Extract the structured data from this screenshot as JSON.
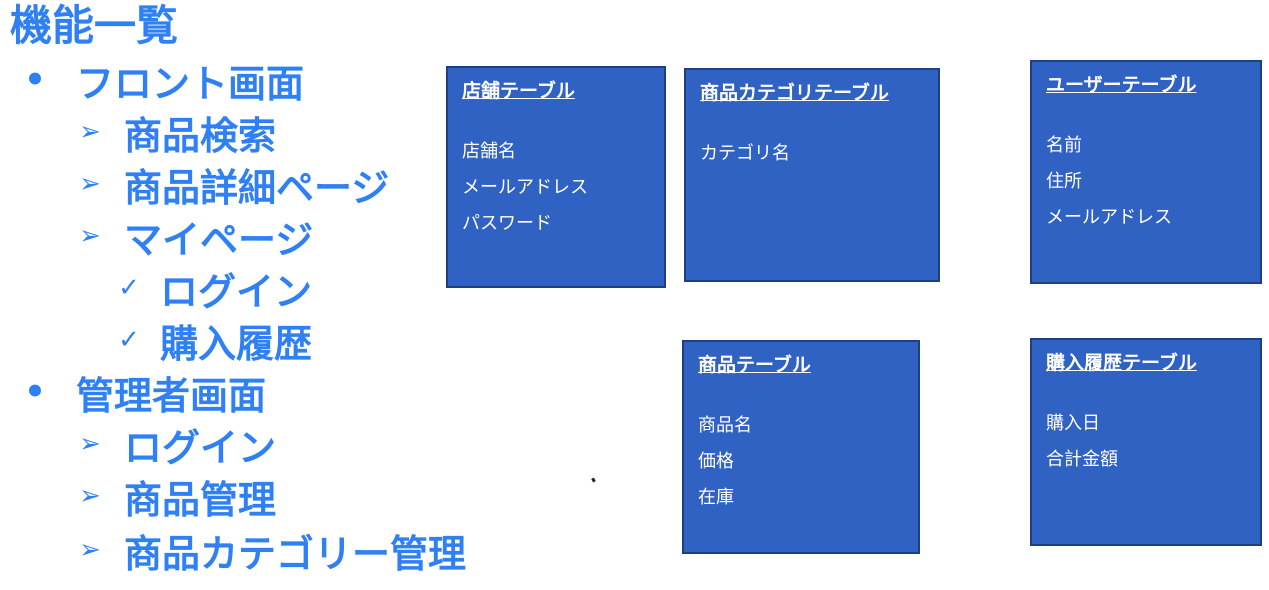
{
  "outline": {
    "heading": "機能一覧",
    "items": [
      {
        "level": 1,
        "marker": "•",
        "label": "フロント画面"
      },
      {
        "level": 2,
        "marker": "➢",
        "label": "商品検索"
      },
      {
        "level": 2,
        "marker": "➢",
        "label": "商品詳細ページ"
      },
      {
        "level": 2,
        "marker": "➢",
        "label": "マイページ"
      },
      {
        "level": 3,
        "marker": "✓",
        "label": "ログイン"
      },
      {
        "level": 3,
        "marker": "✓",
        "label": "購入履歴"
      },
      {
        "level": 1,
        "marker": "•",
        "label": "管理者画面"
      },
      {
        "level": 2,
        "marker": "➢",
        "label": "ログイン"
      },
      {
        "level": 2,
        "marker": "➢",
        "label": "商品管理"
      },
      {
        "level": 2,
        "marker": "➢",
        "label": "商品カテゴリー管理"
      }
    ]
  },
  "tables": {
    "store": {
      "title": "店舗テーブル",
      "fields": [
        "店舗名",
        "メールアドレス",
        "パスワード"
      ]
    },
    "category": {
      "title": "商品カテゴリテーブル",
      "fields": [
        "カテゴリ名"
      ]
    },
    "user": {
      "title": "ユーザーテーブル",
      "fields": [
        "名前",
        "住所",
        "メールアドレス"
      ]
    },
    "product": {
      "title": "商品テーブル",
      "fields": [
        "商品名",
        "価格",
        "在庫"
      ]
    },
    "purchase": {
      "title": "購入履歴テーブル",
      "fields": [
        "購入日",
        "合計金額"
      ]
    }
  },
  "colors": {
    "outline_text": "#2f80f5",
    "table_fill": "#2f62c2",
    "table_border": "#1e3f80",
    "table_text": "#ffffff"
  }
}
